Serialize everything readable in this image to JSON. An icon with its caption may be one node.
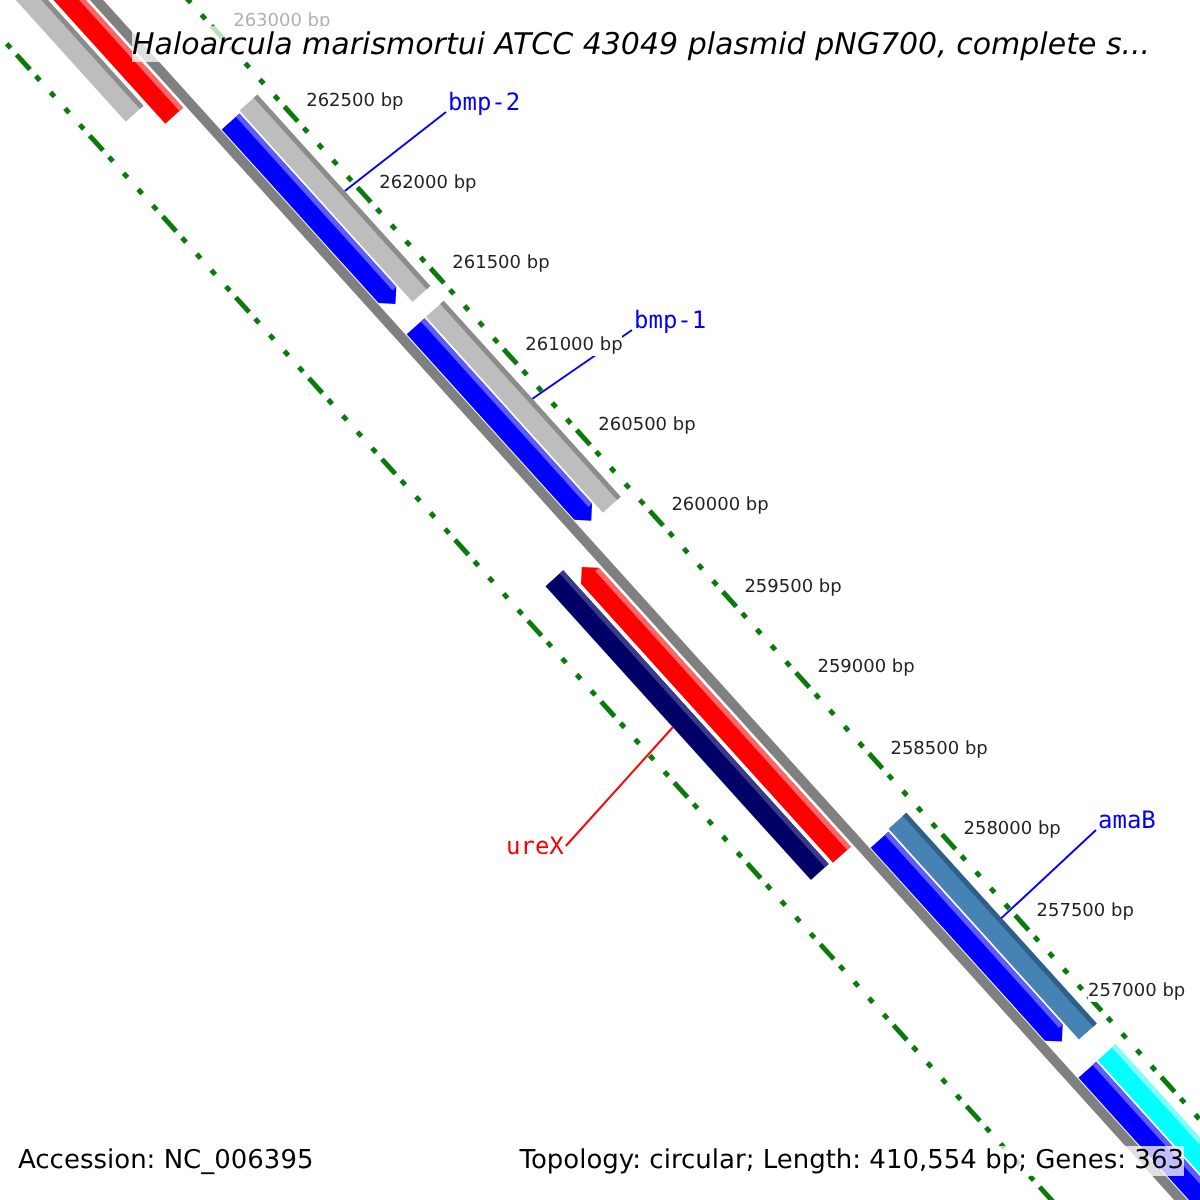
{
  "diagram": {
    "title": "Haloarcula marismortui ATCC 43049 plasmid pNG700, complete s...",
    "nodes": [
      {
        "text": [
          "bmp-2"
        ]
      },
      {
        "text": [],
        "shape": "bar"
      },
      {
        "text": [
          "bmp-1"
        ]
      },
      {
        "text": [],
        "shape": "bar"
      },
      {
        "text": [
          "ureX"
        ]
      },
      {
        "text": [],
        "shape": "bar"
      },
      {
        "text": [
          "amaB"
        ]
      },
      {
        "text": [],
        "shape": "bar"
      }
    ],
    "edges": [
      {
        "from": 0,
        "to": 1,
        "arrow": "none"
      },
      {
        "from": 2,
        "to": 3,
        "arrow": "none"
      },
      {
        "from": 4,
        "to": 5,
        "arrow": "none",
        "color": "#ff0000"
      },
      {
        "from": 6,
        "to": 7,
        "arrow": "none"
      }
    ],
    "labels": [
      "263000 bp",
      "262500 bp",
      "262000 bp",
      "261500 bp",
      "261000 bp",
      "260500 bp",
      "260000 bp",
      "259500 bp",
      "259000 bp",
      "258500 bp",
      "258000 bp",
      "257500 bp",
      "257000 bp",
      "Accession: NC_006395",
      "Topology: circular; Length: 410,554 bp; Genes: 363"
    ]
  }
}
